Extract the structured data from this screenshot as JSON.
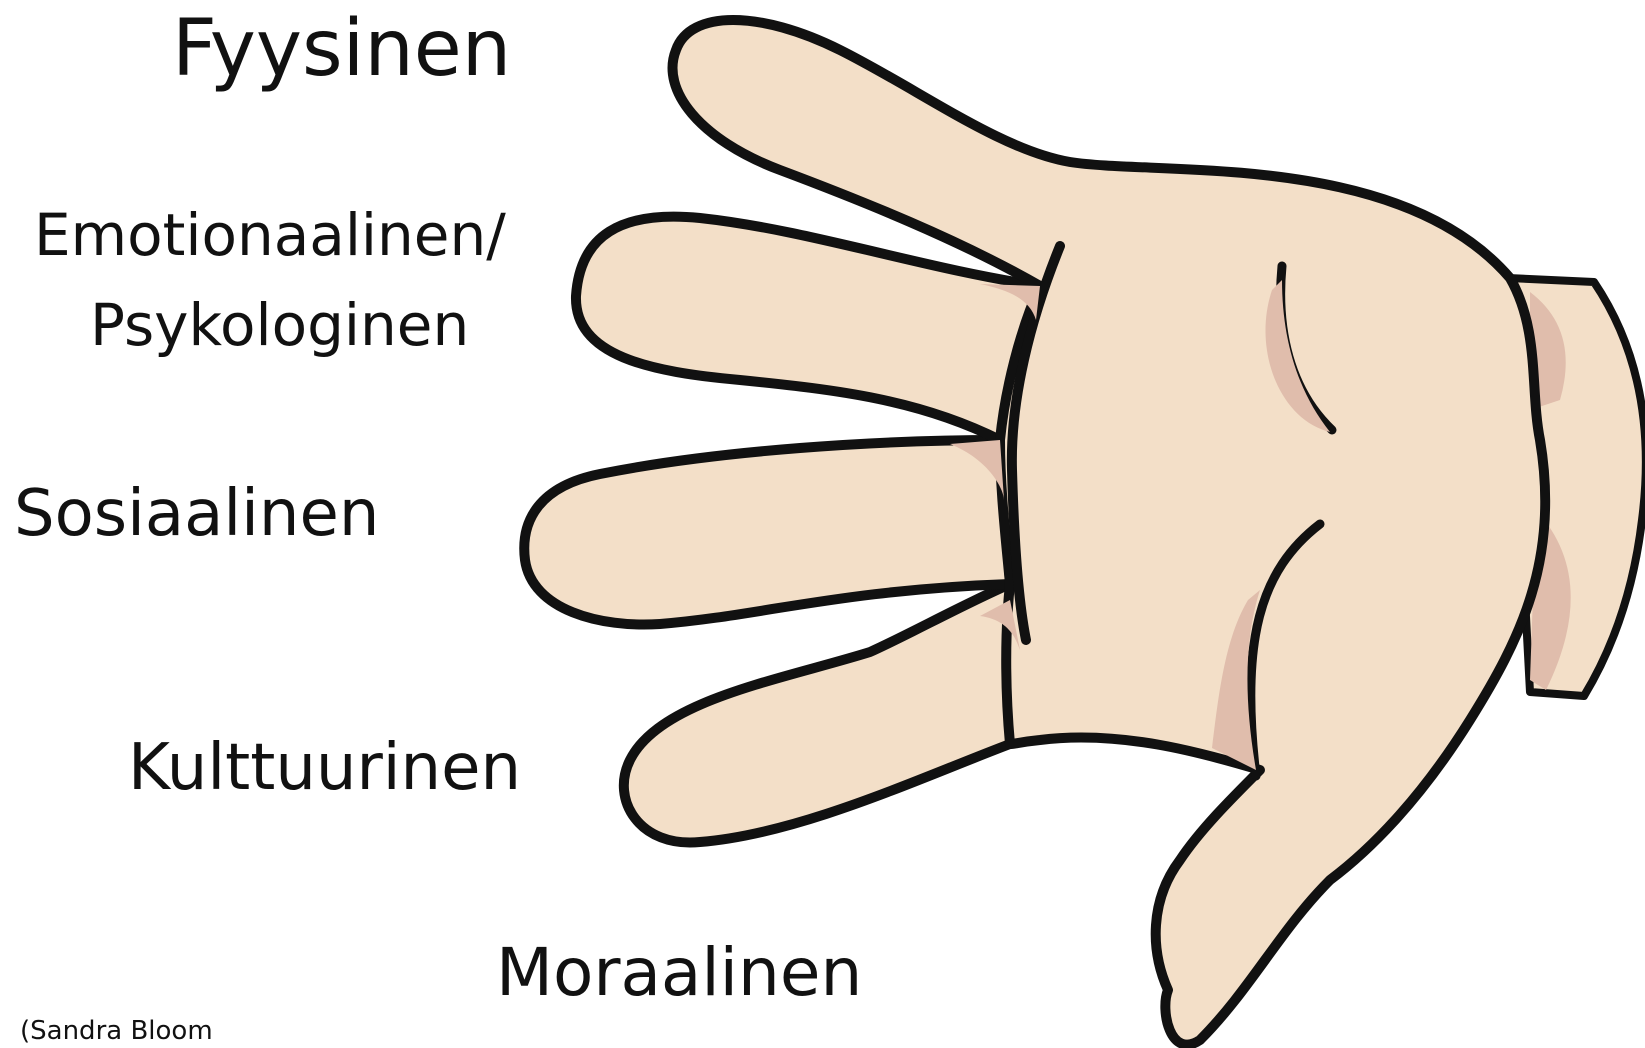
{
  "labels": {
    "fyysinen": "Fyysinen",
    "emotionaalinen": "Emotionaalinen/",
    "psykologinen": "Psykologinen",
    "sosiaalinen": "Sosiaalinen",
    "kulttuurinen": "Kulttuurinen",
    "moraalinen": "Moraalinen",
    "credit": "(Sandra Bloom"
  },
  "colors": {
    "skin": "#f3dfc8",
    "skin_shadow": "#e0bdac",
    "outline": "#111111",
    "text": "#111111",
    "background": "#ffffff"
  },
  "icons": {
    "hand": "open-hand-illustration"
  }
}
